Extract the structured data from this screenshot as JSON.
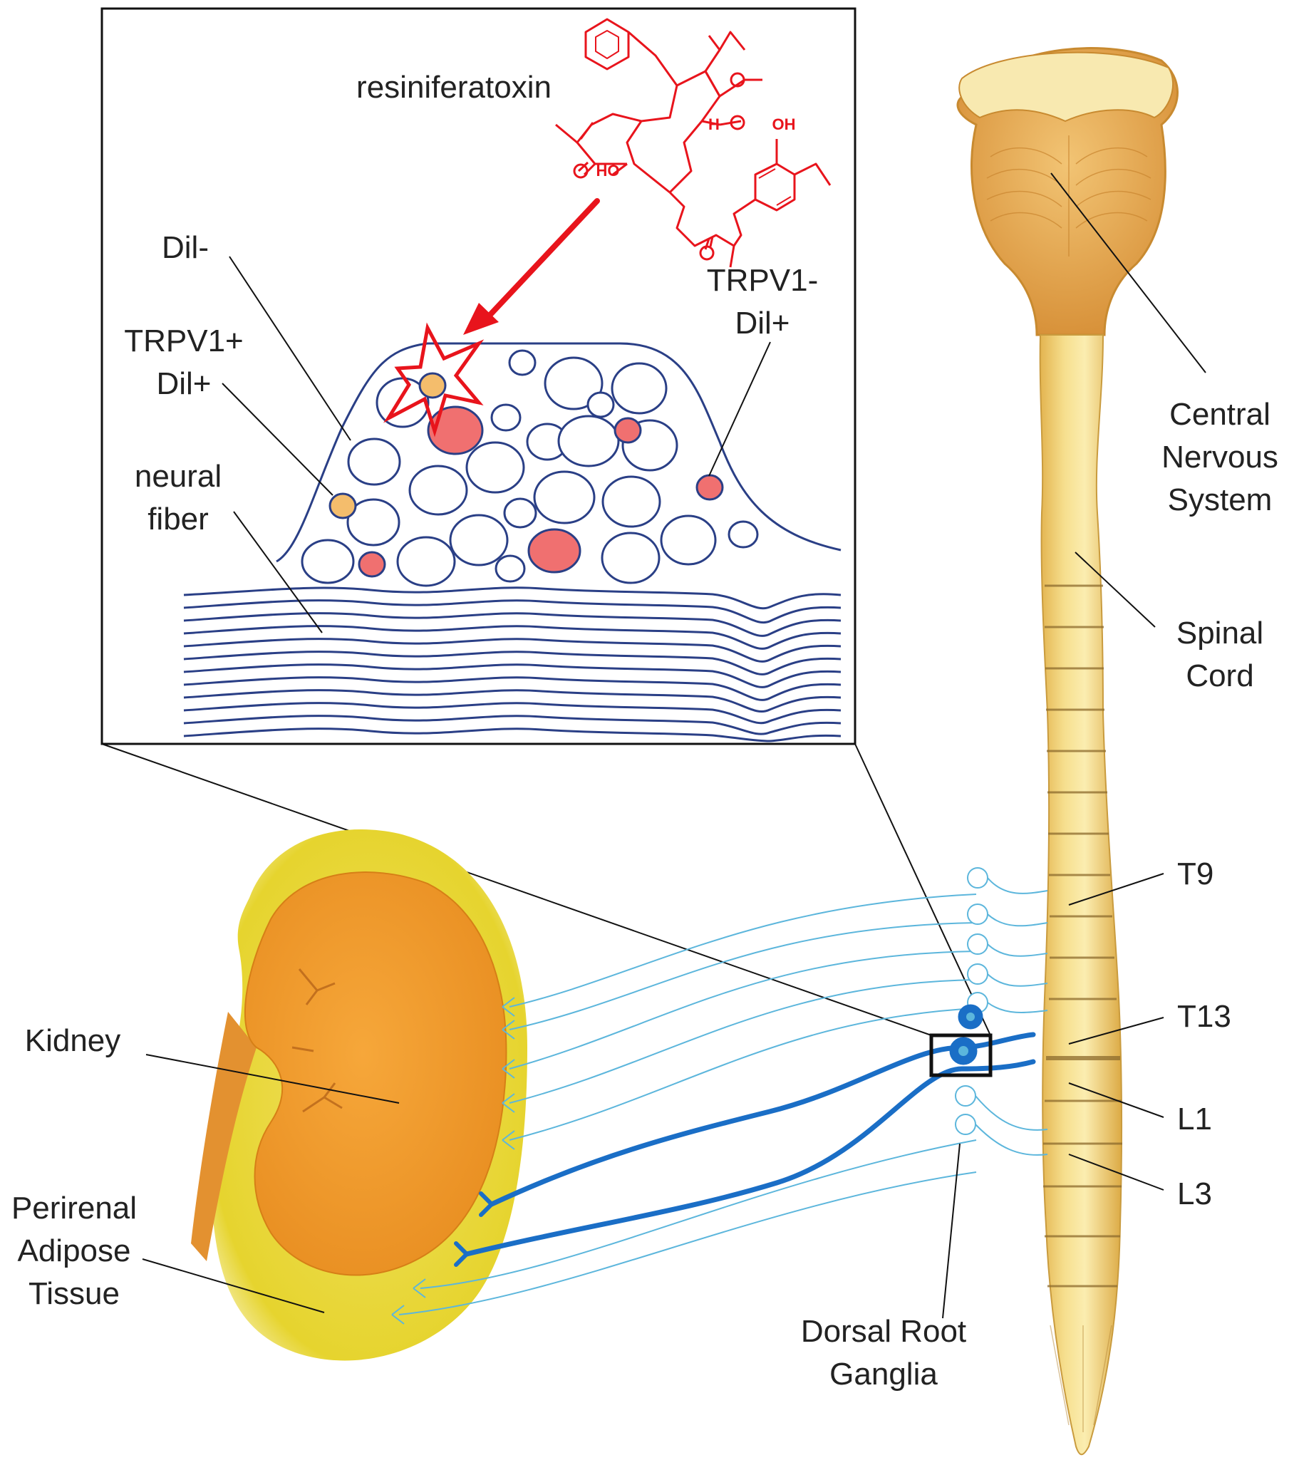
{
  "inset": {
    "molecule_name": "resiniferatoxin",
    "molecule_groups": {
      "oh_top": "OH",
      "oh_left": "HO",
      "h_bridge": "H"
    },
    "cell_labels": {
      "dil_neg": "Dil-",
      "trpv1_pos": [
        "TRPV1+",
        "Dil+"
      ],
      "trpv1_neg": [
        "TRPV1-",
        "Dil+"
      ],
      "fiber": [
        "neural",
        "fiber"
      ]
    },
    "colors": {
      "outline": "#2a3f86",
      "dil_positive_cell": "#f07070",
      "trpv1_cell": "#f4bd6c",
      "drug": "#e8141c"
    }
  },
  "anatomy": {
    "cns": [
      "Central",
      "Nervous",
      "System"
    ],
    "spinal_cord": [
      "Spinal",
      "Cord"
    ],
    "levels": [
      "T9",
      "T13",
      "L1",
      "L3"
    ],
    "kidney": "Kidney",
    "adipose": [
      "Perirenal",
      "Adipose",
      "Tissue"
    ],
    "drg": [
      "Dorsal Root",
      "Ganglia"
    ],
    "colors": {
      "nerve_light": "#5cb6dc",
      "nerve_dark": "#1a6ec6",
      "kidney": "#f0a030",
      "fat": "#e8d830",
      "spine": "#f3d77a"
    }
  }
}
